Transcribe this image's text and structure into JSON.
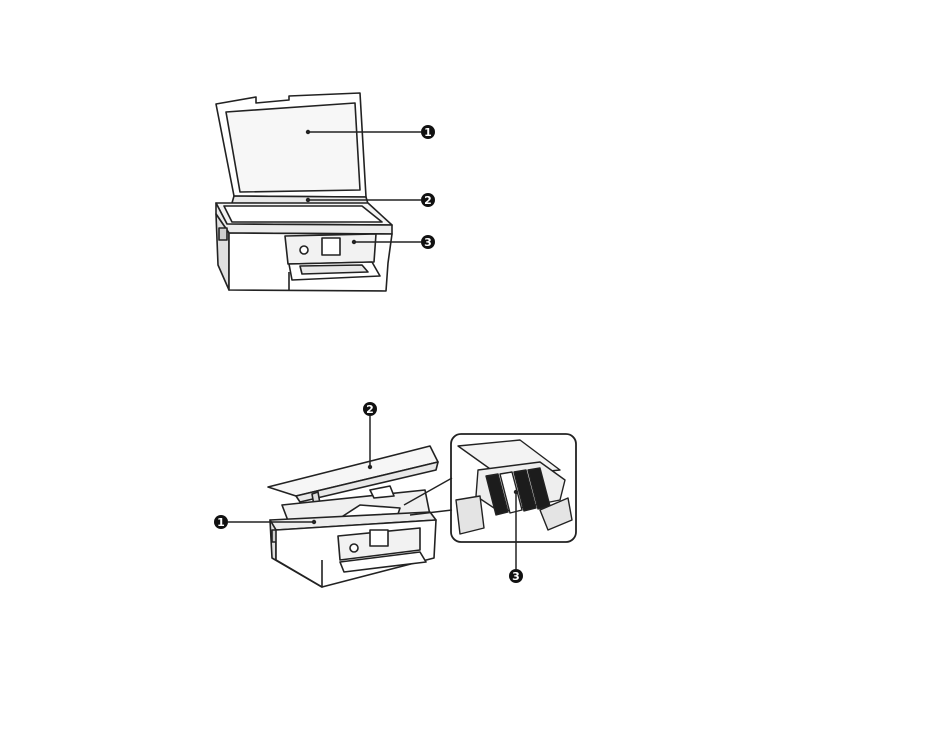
{
  "figures": [
    {
      "callouts": [
        {
          "number": "1"
        },
        {
          "number": "2"
        },
        {
          "number": "3"
        }
      ]
    },
    {
      "callouts": [
        {
          "number": "1"
        },
        {
          "number": "2"
        },
        {
          "number": "3"
        }
      ]
    }
  ],
  "colors": {
    "ink": "#222222",
    "fill": "#ffffff",
    "shade": "#e6e6e6"
  }
}
